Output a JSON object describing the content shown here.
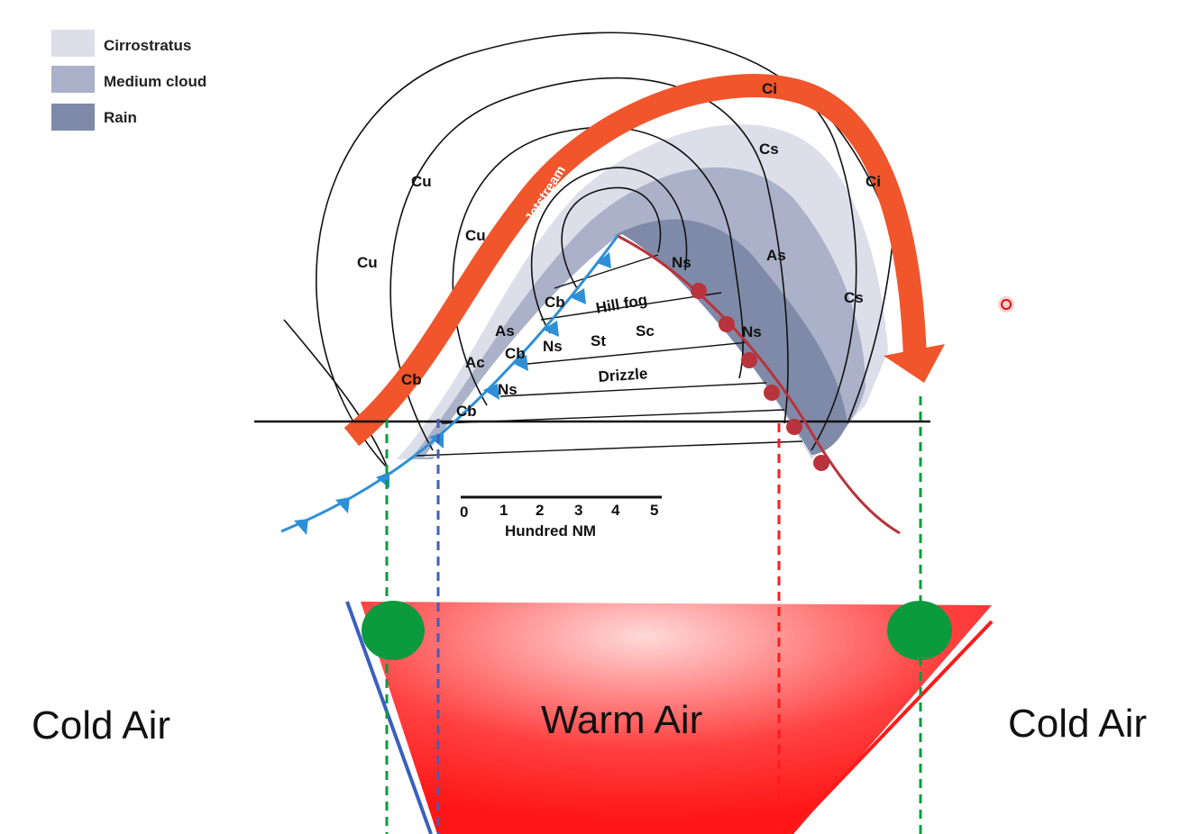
{
  "legend": [
    {
      "label": "Cirrostratus",
      "color": "#dcdfea"
    },
    {
      "label": "Medium cloud",
      "color": "#aab1c8"
    },
    {
      "label": "Rain",
      "color": "#7f8aa8"
    }
  ],
  "cloud_labels": {
    "cu1": "Cu",
    "cu2": "Cu",
    "cu3": "Cu",
    "ci1": "Ci",
    "ci2": "Ci",
    "cs1": "Cs",
    "cs2": "Cs",
    "as1": "As",
    "as2": "As",
    "ns1": "Ns",
    "ns2": "Ns",
    "ns3": "Ns",
    "ns4": "Ns",
    "cb1": "Cb",
    "cb2": "Cb",
    "cb3": "Cb",
    "cb4": "Cb",
    "ac": "Ac",
    "st": "St",
    "sc": "Sc",
    "hill_fog": "Hill fog",
    "drizzle": "Drizzle",
    "jetstream": "Jetstream"
  },
  "scale": {
    "ticks": [
      "0",
      "1",
      "2",
      "3",
      "4",
      "5"
    ],
    "unit": "Hundred NM"
  },
  "air_labels": {
    "left": "Cold Air",
    "center": "Warm Air",
    "right": "Cold Air"
  },
  "colors": {
    "jetstream": "#f0552c",
    "cold_front": "#2e8fd6",
    "warm_front": "#b8333b",
    "marker": "#0c9a3e"
  }
}
